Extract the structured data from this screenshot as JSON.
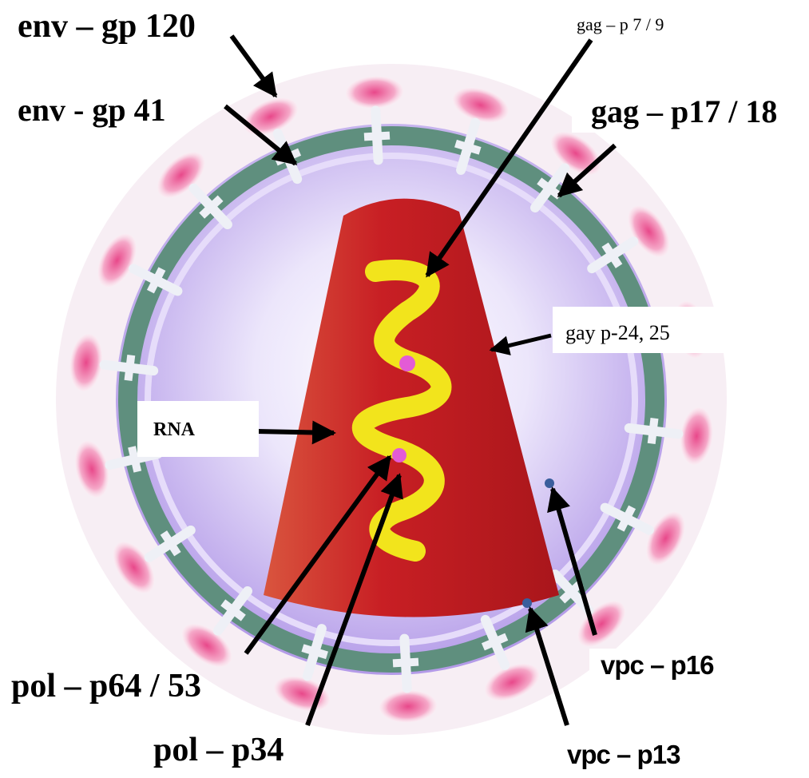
{
  "labels": {
    "env_gp120": "env – gp 120",
    "env_gp41": "env  - gp 41",
    "gag_p7_9": "gag – p 7 / 9",
    "gag_p17_18": "gag – p17 / 18",
    "gay_p24_25": "gay p-24, 25",
    "rna": "RNA",
    "pol_p64_53": "pol – p64 / 53",
    "pol_p34": "pol – p34",
    "vpc_p16": "vpc – p16",
    "vpc_p13": "vpc – p13"
  },
  "colors": {
    "envelope_ring": "#5f8f7e",
    "envelope_fill": "#c9b8f2",
    "core": "#c0242a",
    "rna": "#f2e41c",
    "knob": "#ee6fa2",
    "arrow": "#000000"
  }
}
